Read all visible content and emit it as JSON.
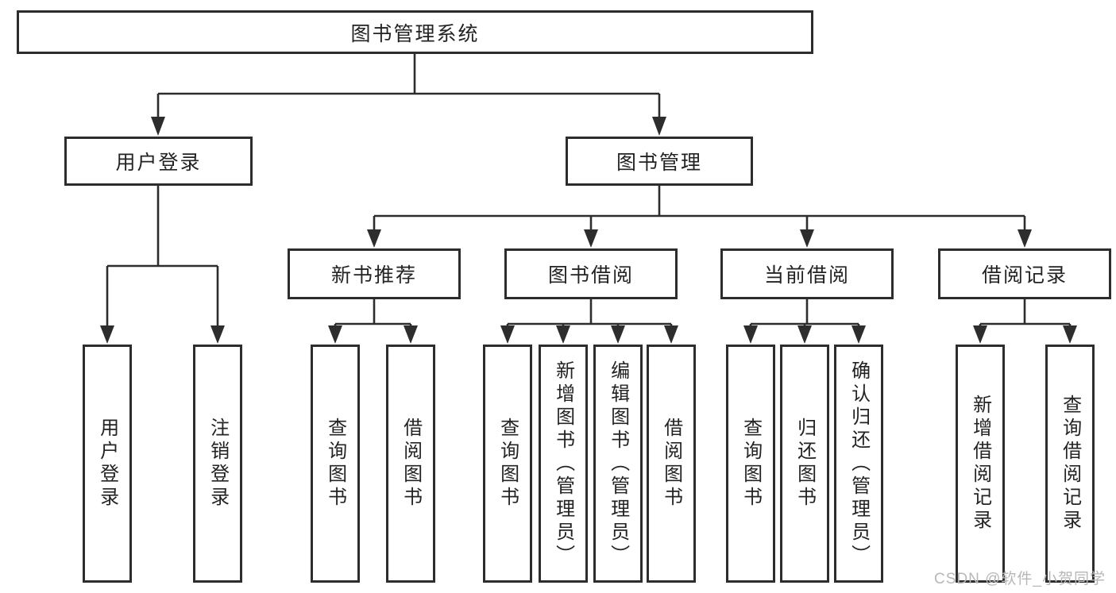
{
  "tree": {
    "label": "图书管理系统",
    "children": [
      {
        "label": "用户登录",
        "children": [
          {
            "label": "用户登录"
          },
          {
            "label": "注销登录"
          }
        ]
      },
      {
        "label": "图书管理",
        "children": [
          {
            "label": "新书推荐",
            "children": [
              {
                "label": "查询图书"
              },
              {
                "label": "借阅图书"
              }
            ]
          },
          {
            "label": "图书借阅",
            "children": [
              {
                "label": "查询图书"
              },
              {
                "label": "新增图书（管理员）"
              },
              {
                "label": "编辑图书（管理员）"
              },
              {
                "label": "借阅图书"
              }
            ]
          },
          {
            "label": "当前借阅",
            "children": [
              {
                "label": "查询图书"
              },
              {
                "label": "归还图书"
              },
              {
                "label": "确认归还（管理员）"
              }
            ]
          },
          {
            "label": "借阅记录",
            "children": [
              {
                "label": "新增借阅记录"
              },
              {
                "label": "查询借阅记录"
              }
            ]
          }
        ]
      }
    ]
  },
  "watermark": {
    "text": "CSDN @软件_小贺同学",
    "color": "#b7b7b7"
  },
  "colors": {
    "line": "#2d2d2d",
    "box_border": "#2d2d2d",
    "text": "#232323",
    "background": "#ffffff"
  }
}
